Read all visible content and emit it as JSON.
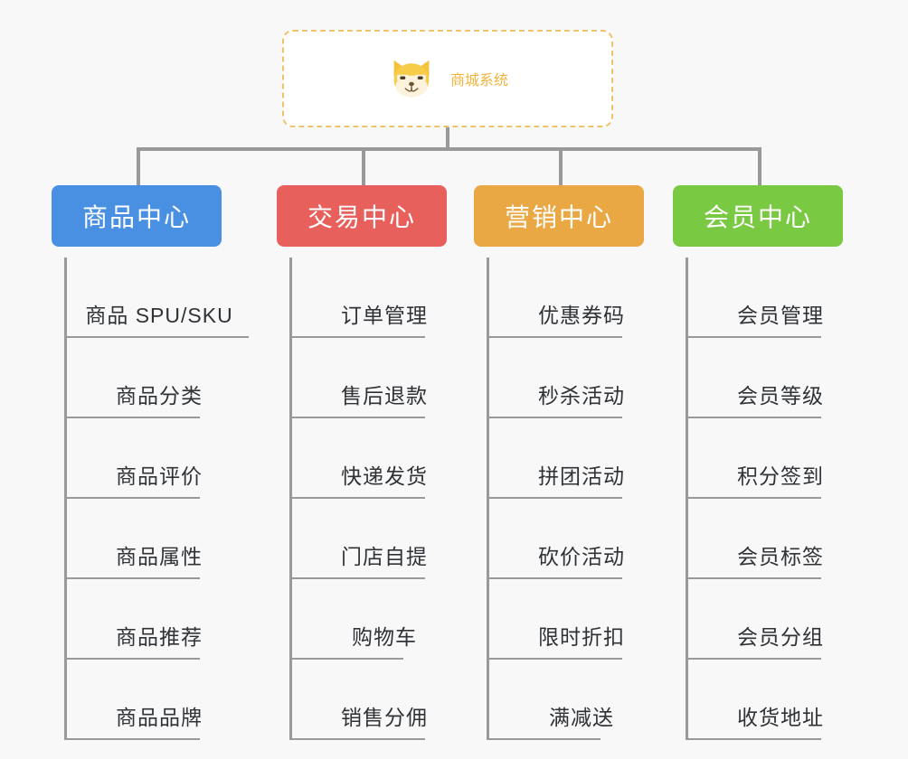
{
  "page": {
    "background_color": "#f8f8f8",
    "line_color": "#999999"
  },
  "root": {
    "title": "商城系统",
    "icon": "shiba-dog-icon",
    "text_color": "#f3b33d",
    "border_color": "#f0c26a",
    "background_color": "#ffffff"
  },
  "categories": [
    {
      "id": "product-center",
      "label": "商品中心",
      "color": "#4a90e2",
      "items": [
        {
          "label": "商品 SPU/SKU",
          "underline_width": 204
        },
        {
          "label": "商品分类",
          "underline_width": 150
        },
        {
          "label": "商品评价",
          "underline_width": 150
        },
        {
          "label": "商品属性",
          "underline_width": 150
        },
        {
          "label": "商品推荐",
          "underline_width": 150
        },
        {
          "label": "商品品牌",
          "underline_width": 150
        }
      ]
    },
    {
      "id": "trade-center",
      "label": "交易中心",
      "color": "#e8605c",
      "items": [
        {
          "label": "订单管理",
          "underline_width": 150
        },
        {
          "label": "售后退款",
          "underline_width": 150
        },
        {
          "label": "快递发货",
          "underline_width": 150
        },
        {
          "label": "门店自提",
          "underline_width": 150
        },
        {
          "label": "购物车",
          "underline_width": 126
        },
        {
          "label": "销售分佣",
          "underline_width": 150
        }
      ]
    },
    {
      "id": "marketing-center",
      "label": "营销中心",
      "color": "#eaa845",
      "items": [
        {
          "label": "优惠券码",
          "underline_width": 150
        },
        {
          "label": "秒杀活动",
          "underline_width": 150
        },
        {
          "label": "拼团活动",
          "underline_width": 150
        },
        {
          "label": "砍价活动",
          "underline_width": 150
        },
        {
          "label": "限时折扣",
          "underline_width": 150
        },
        {
          "label": "满减送",
          "underline_width": 126
        }
      ]
    },
    {
      "id": "member-center",
      "label": "会员中心",
      "color": "#7ac943",
      "items": [
        {
          "label": "会员管理",
          "underline_width": 150
        },
        {
          "label": "会员等级",
          "underline_width": 150
        },
        {
          "label": "积分签到",
          "underline_width": 150
        },
        {
          "label": "会员标签",
          "underline_width": 150
        },
        {
          "label": "会员分组",
          "underline_width": 150
        },
        {
          "label": "收货地址",
          "underline_width": 150
        }
      ]
    }
  ]
}
